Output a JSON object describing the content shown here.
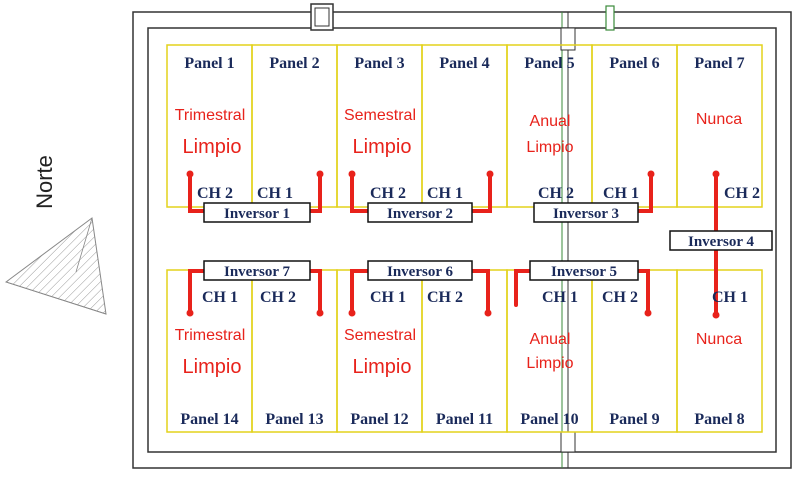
{
  "compass": {
    "label": "Norte"
  },
  "panels_top": [
    {
      "name": "Panel 1"
    },
    {
      "name": "Panel 2"
    },
    {
      "name": "Panel 3"
    },
    {
      "name": "Panel 4"
    },
    {
      "name": "Panel 5"
    },
    {
      "name": "Panel 6"
    },
    {
      "name": "Panel 7"
    }
  ],
  "panels_bottom": [
    {
      "name": "Panel 14"
    },
    {
      "name": "Panel 13"
    },
    {
      "name": "Panel 12"
    },
    {
      "name": "Panel 11"
    },
    {
      "name": "Panel 10"
    },
    {
      "name": "Panel 9"
    },
    {
      "name": "Panel 8"
    }
  ],
  "channels": {
    "ch1": "CH 1",
    "ch2": "CH 2"
  },
  "inverters": {
    "inv1": "Inversor 1",
    "inv2": "Inversor 2",
    "inv3": "Inversor 3",
    "inv4": "Inversor 4",
    "inv5": "Inversor 5",
    "inv6": "Inversor 6",
    "inv7": "Inversor 7"
  },
  "maintenance": {
    "trimestral": "Trimestral",
    "semestral": "Semestral",
    "anual": "Anual",
    "nunca": "Nunca",
    "limpio": "Limpio"
  },
  "colors": {
    "panel_border": "#e3d21c",
    "wire": "#e8221b",
    "label_navy": "#1a2a5a",
    "roof_border": "#333333"
  }
}
